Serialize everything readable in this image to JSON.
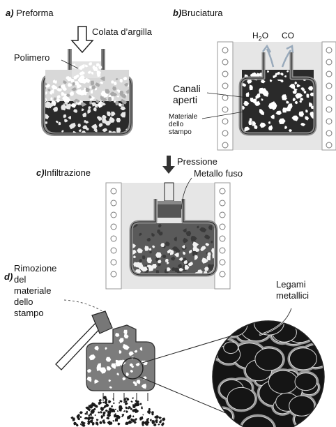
{
  "colors": {
    "furnace_bg": "#e6e6e6",
    "coil_panel": "#ffffff",
    "mould_wall": "#8c8c8c",
    "mould_fill_dark": "#2a2a2a",
    "metal_fill": "#5a5a5a",
    "light_particles": "#cfcfcf",
    "outline": "#222222"
  },
  "panel_a": {
    "letter": "a)",
    "title": "Preforma",
    "pour_label": "Colata d’argilla",
    "polymer_label": "Polimero",
    "icons": [
      "down-arrow-icon"
    ]
  },
  "panel_b": {
    "letter": "b)",
    "title": "Bruciatura",
    "gas1_main": "H",
    "gas1_sub": "2",
    "gas1_tail": "O",
    "gas2": "CO",
    "channels_label": "Canali aperti",
    "mould_material_label": "Materiale dello stampo",
    "icons": [
      "heating-coil-icon",
      "gas-escape-arrow-icon"
    ]
  },
  "panel_c": {
    "letter": "c)",
    "title": "Infiltrazione",
    "pressure_label": "Pressione",
    "molten_metal_label": "Metallo fuso",
    "icons": [
      "pressure-arrow-icon",
      "heating-coil-icon"
    ]
  },
  "panel_d": {
    "letter": "d)",
    "title": "Rimozione del materiale dello stampo",
    "bonds_label": "Legami metallici",
    "icons": [
      "hammer-icon",
      "magnifier-circle-icon",
      "metal-foam-microstructure-icon"
    ]
  }
}
